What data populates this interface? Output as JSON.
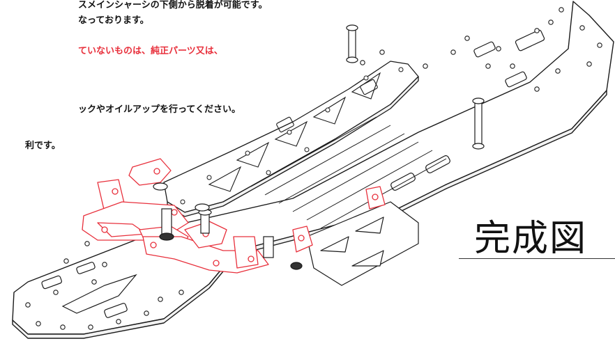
{
  "notes": [
    {
      "text": "スメインシャーシの下側から脱着が可能です。",
      "color": "#111111"
    },
    {
      "text": "なっております。",
      "color": "#111111"
    },
    {
      "text": "ていないものは、純正パーツ又は、",
      "color": "#e8303c"
    },
    {
      "text": "ックやオイルアップを行ってください。",
      "color": "#111111"
    },
    {
      "text": "利です。",
      "color": "#111111"
    }
  ],
  "completion_title": "完成図",
  "colors": {
    "line": "#1a1a1a",
    "highlight_parts": "#e8303c",
    "page_background": "#ffffff"
  }
}
